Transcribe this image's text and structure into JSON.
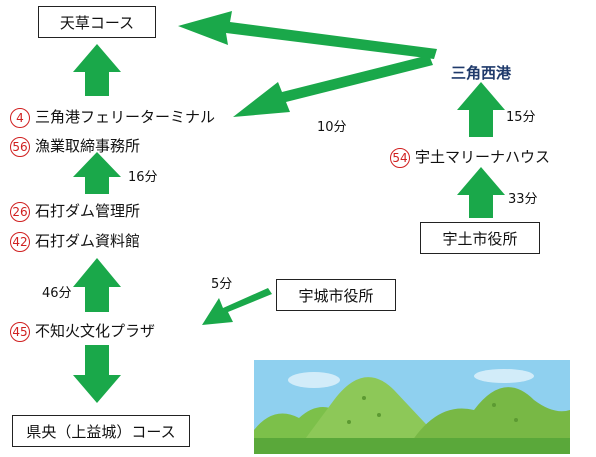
{
  "nodes": {
    "amakusa": "天草コース",
    "ferry": "三角港フェリーターミナル",
    "ferry_num": "4",
    "gyogyo": "漁業取締事務所",
    "gyogyo_num": "56",
    "dam_kanri": "石打ダム管理所",
    "dam_kanri_num": "26",
    "dam_shiryo": "石打ダム資料館",
    "dam_shiryo_num": "42",
    "shiranui": "不知火文化プラザ",
    "shiranui_num": "45",
    "kenou": "県央（上益城）コース",
    "uki": "宇城市役所",
    "misumi_port": "三角西港",
    "marina": "宇土マリーナハウス",
    "marina_num": "54",
    "uto": "宇土市役所"
  },
  "durations": {
    "port_to_ferry": "10分",
    "gyogyo_to_dam": "16分",
    "shiranui_to_dam": "46分",
    "uki_to_shiranui": "5分",
    "marina_to_port": "15分",
    "uto_to_marina": "33分"
  },
  "colors": {
    "arrow": "#1aa84a",
    "number_circle": "#d02020",
    "port_text": "#1f3a6b"
  }
}
